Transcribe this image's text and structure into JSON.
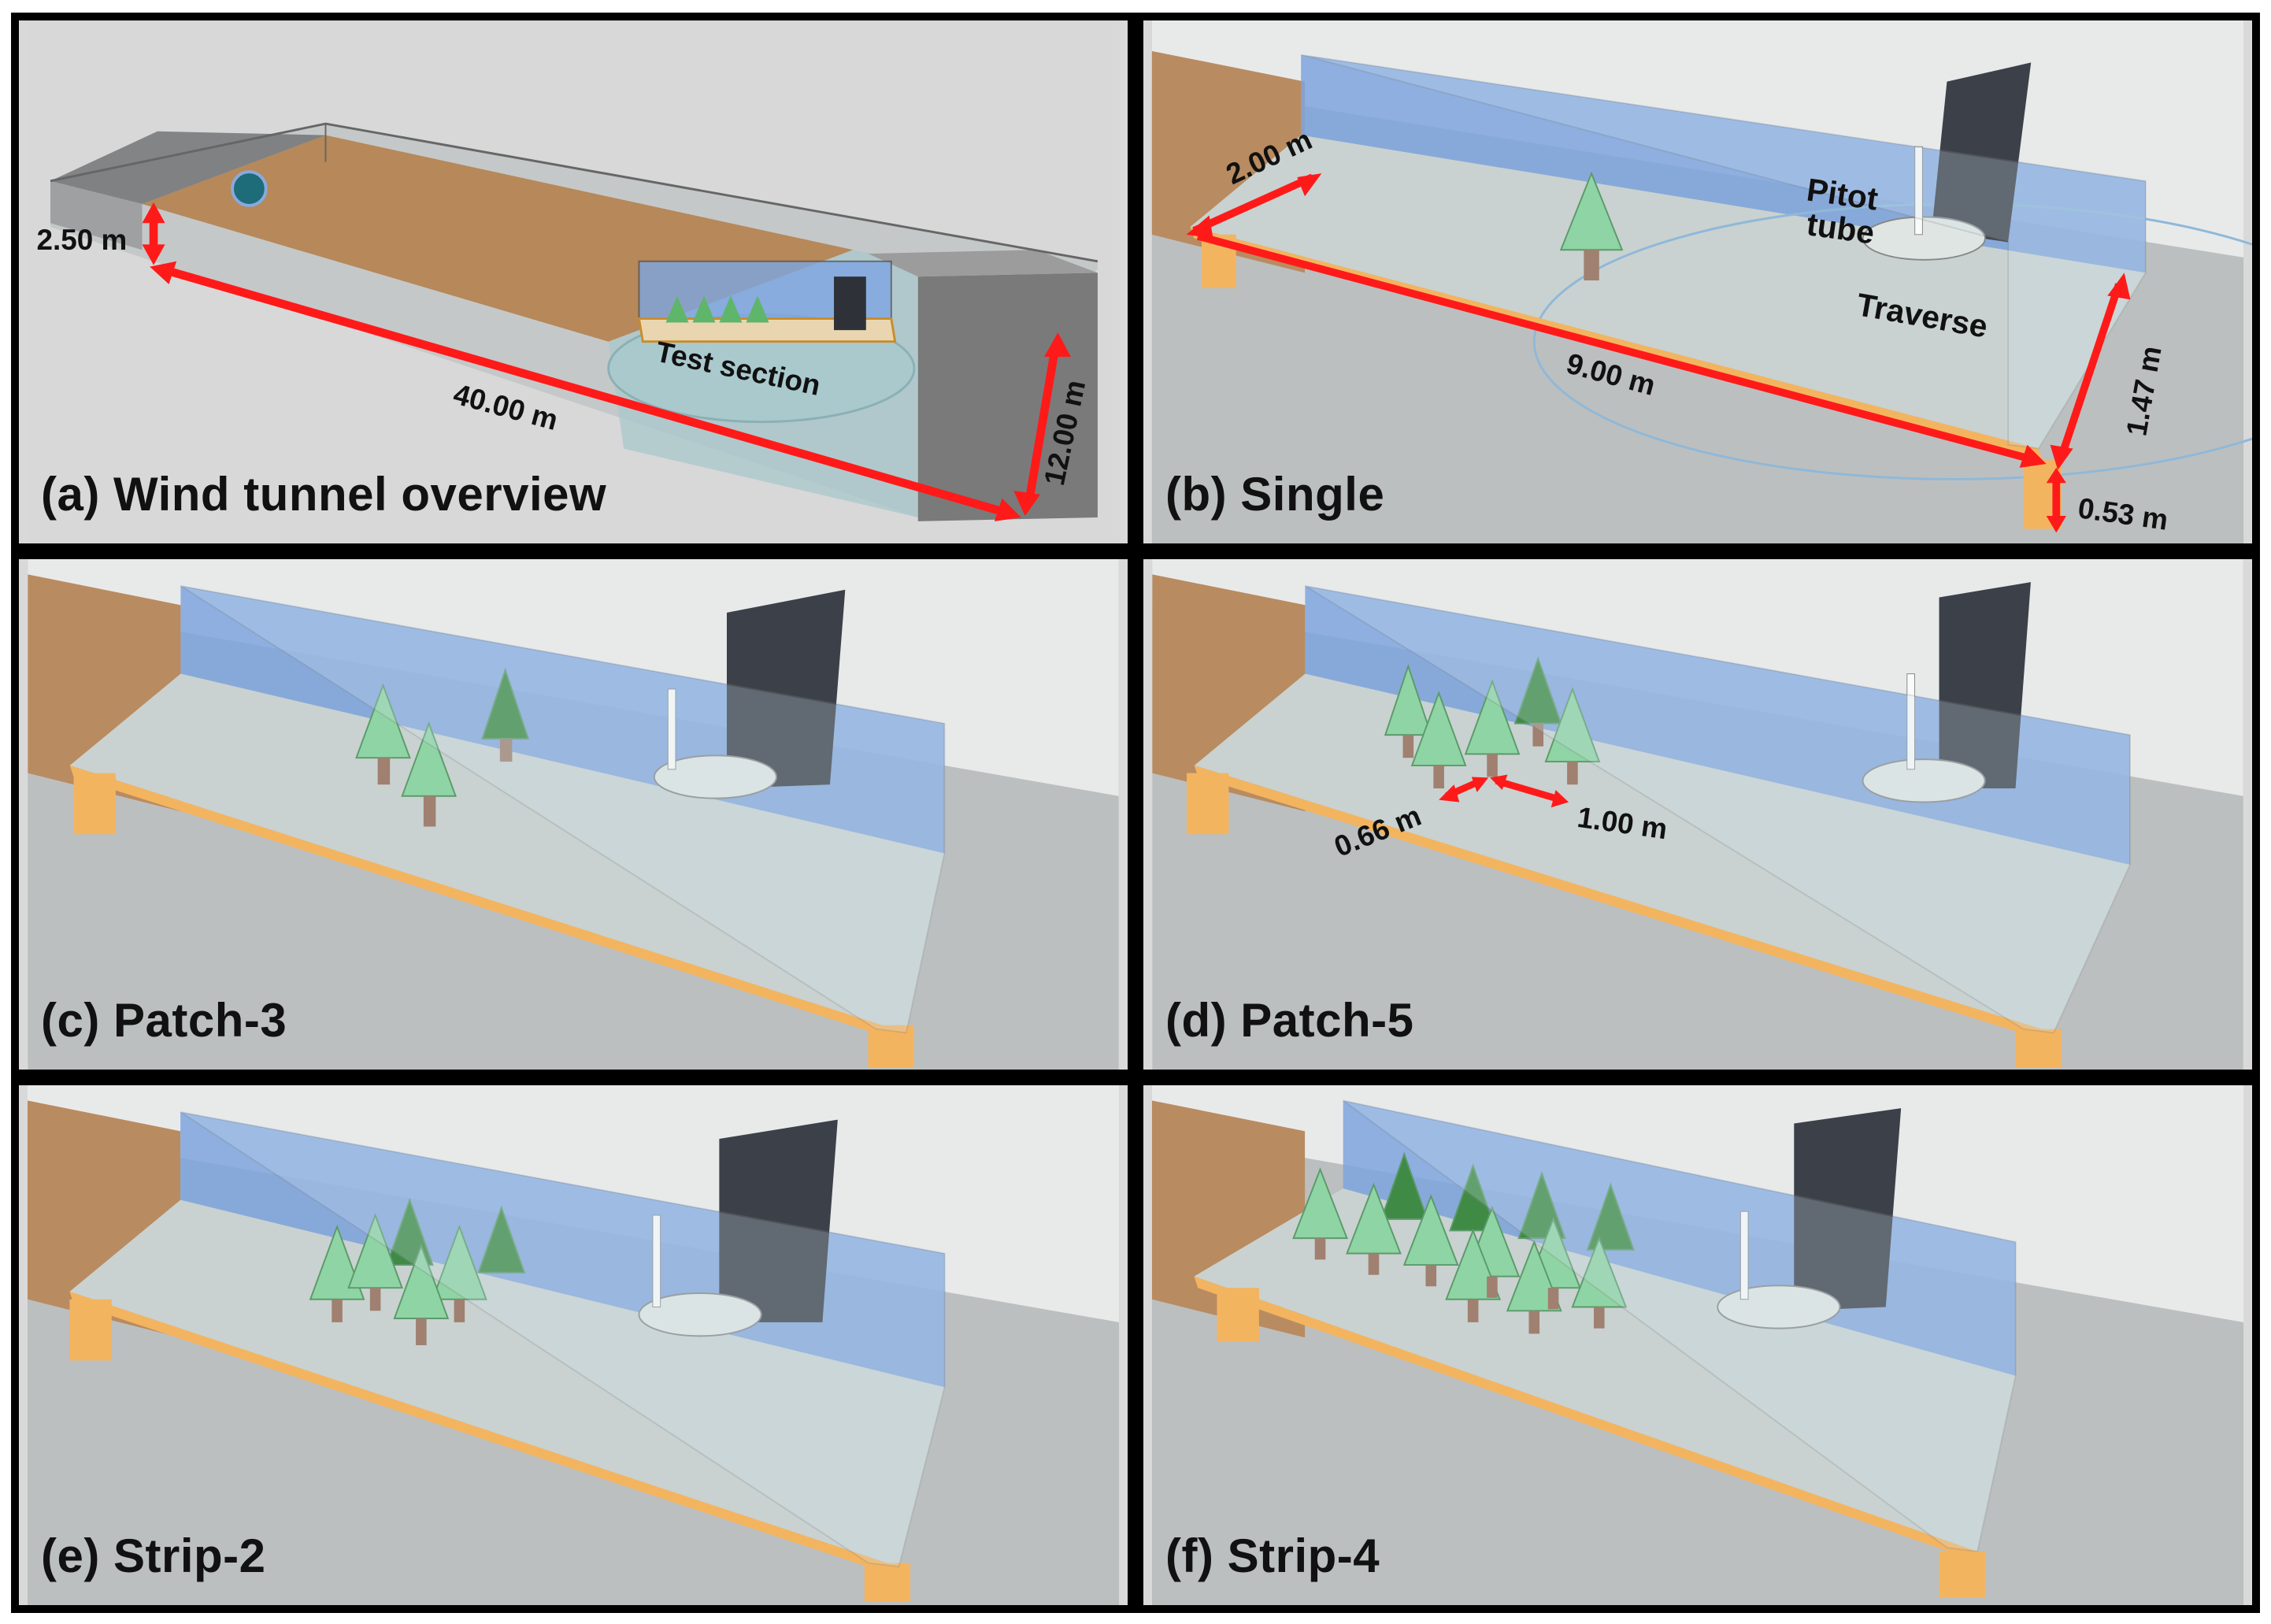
{
  "panels": {
    "a": {
      "caption": "(a) Wind tunnel overview",
      "dims": {
        "height": "2.50 m",
        "length": "40.00 m",
        "width": "12.00 m"
      },
      "labels": {
        "test_section": "Test section"
      }
    },
    "b": {
      "caption": "(b) Single",
      "dims": {
        "width": "2.00 m",
        "length": "9.00 m",
        "height": "1.47 m",
        "base": "0.53 m"
      },
      "labels": {
        "pitot_line1": "Pitot",
        "pitot_line2": "tube",
        "traverse": "Traverse"
      }
    },
    "c": {
      "caption": "(c) Patch-3"
    },
    "d": {
      "caption": "(d) Patch-5",
      "dims": {
        "row_spacing": "0.66 m",
        "tree_spacing": "1.00 m"
      }
    },
    "e": {
      "caption": "(e) Strip-2"
    },
    "f": {
      "caption": "(f) Strip-4"
    }
  },
  "colors": {
    "dimension_arrow": "#ff1a1a",
    "tree": "#8fd4a4",
    "tree_dark": "#3f8a45",
    "trunk": "#a08070",
    "floor": "#b9bcbc",
    "tunnel_blue": "#7aa3e0",
    "table_wood": "#f3b460",
    "traverse": "#3c4048"
  }
}
